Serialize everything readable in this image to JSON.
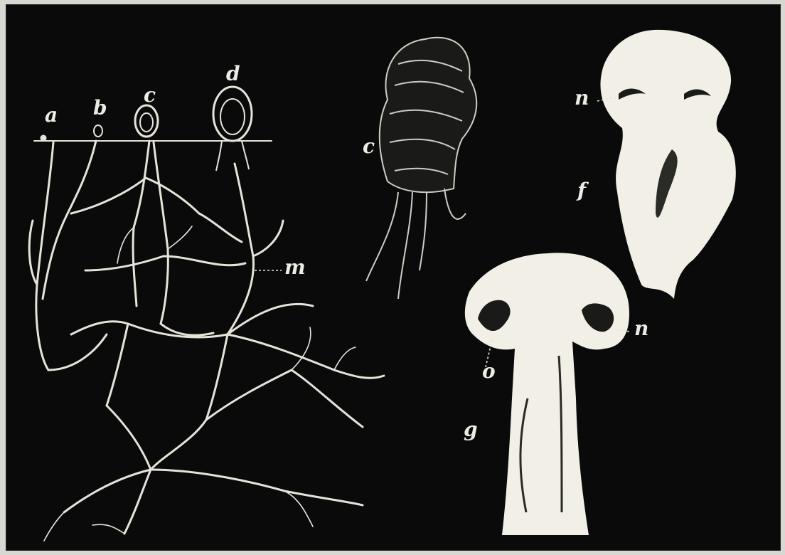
{
  "figure": {
    "colors": {
      "background": "#0a0a0a",
      "line": "#e8e6dc",
      "fill": "#f1efe6",
      "frame": "#d8d8d3"
    },
    "labels": {
      "a": "a",
      "b": "b",
      "c_small": "c",
      "d": "d",
      "m": "m",
      "c_large": "c",
      "n_upper": "n",
      "f": "f",
      "n_lower": "n",
      "o": "o",
      "g": "g"
    }
  }
}
